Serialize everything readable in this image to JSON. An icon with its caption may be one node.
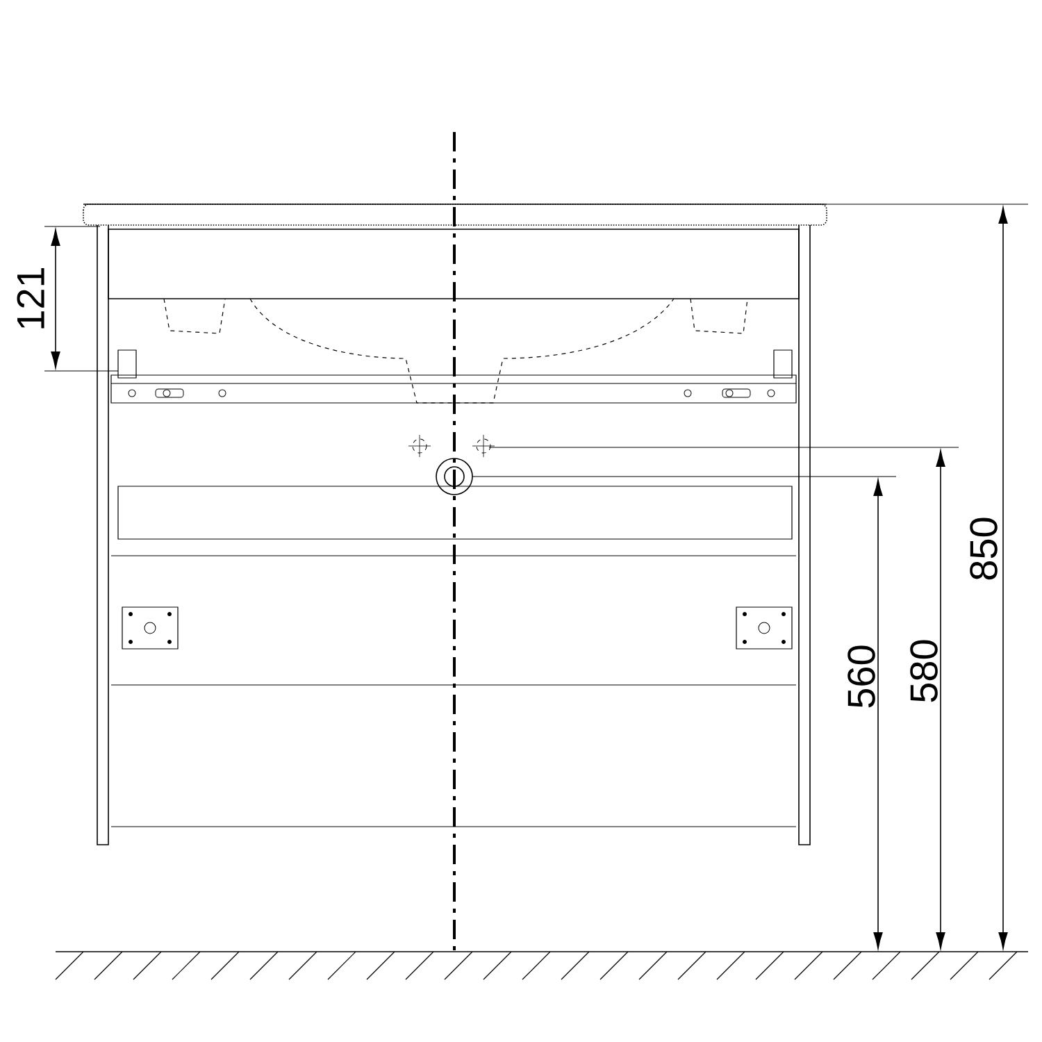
{
  "diagram": {
    "labels": [
      "121",
      "560",
      "580",
      "850"
    ]
  }
}
